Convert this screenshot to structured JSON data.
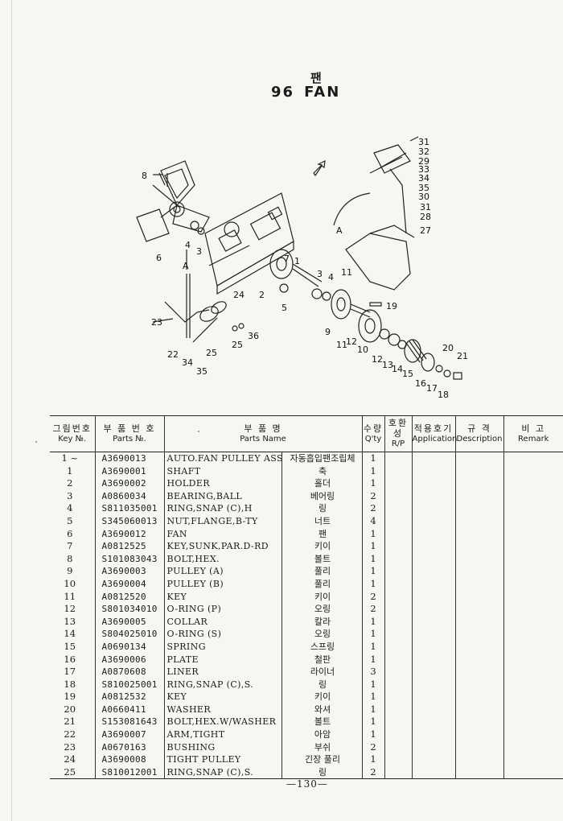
{
  "title_kr": "팬",
  "title_no": "96",
  "title_en": "FAN",
  "headers": {
    "key_kr": "그림번호",
    "key_en": "Key №.",
    "part_kr": "부 품 번 호",
    "part_en": "Parts №.",
    "name_kr": "부      품      명",
    "name_en": "Parts      Name",
    "qty_kr": "수량",
    "qty_en": "Q'ty",
    "rp_kr": "호환성",
    "rp_en": "R/P",
    "app_kr": "적용호기",
    "app_en": "Application",
    "desc_kr": "규  격",
    "desc_en": "Description",
    "remark_kr": "비      고",
    "remark_en": "Remark"
  },
  "rows": [
    {
      "key": "1 ~",
      "part": "A3690013",
      "name": "AUTO.FAN PULLEY ASSY",
      "name_kr": "자동흡입팬조립체",
      "qty": "1"
    },
    {
      "key": "1",
      "part": "A3690001",
      "name": "SHAFT",
      "name_kr": "축",
      "qty": "1"
    },
    {
      "key": "2",
      "part": "A3690002",
      "name": "HOLDER",
      "name_kr": "홀더",
      "qty": "1"
    },
    {
      "key": "3",
      "part": "A0860034",
      "name": "BEARING,BALL",
      "name_kr": "베어링",
      "qty": "2"
    },
    {
      "key": "4",
      "part": "S811035001",
      "name": "RING,SNAP (C),H",
      "name_kr": "링",
      "qty": "2"
    },
    {
      "key": "5",
      "part": "S345060013",
      "name": "NUT,FLANGE,B-TY",
      "name_kr": "너트",
      "qty": "4"
    },
    {
      "key": "6",
      "part": "A3690012",
      "name": "FAN",
      "name_kr": "팬",
      "qty": "1"
    },
    {
      "key": "7",
      "part": "A0812525",
      "name": "KEY,SUNK,PAR.D-RD",
      "name_kr": "키이",
      "qty": "1"
    },
    {
      "key": "8",
      "part": "S101083043",
      "name": "BOLT,HEX.",
      "name_kr": "볼트",
      "qty": "1"
    },
    {
      "key": "9",
      "part": "A3690003",
      "name": "PULLEY (A)",
      "name_kr": "풀리",
      "qty": "1"
    },
    {
      "key": "10",
      "part": "A3690004",
      "name": "PULLEY (B)",
      "name_kr": "풀리",
      "qty": "1"
    },
    {
      "key": "11",
      "part": "A0812520",
      "name": "KEY",
      "name_kr": "키이",
      "qty": "2"
    },
    {
      "key": "12",
      "part": "S801034010",
      "name": "O-RING (P)",
      "name_kr": "오링",
      "qty": "2"
    },
    {
      "key": "13",
      "part": "A3690005",
      "name": "COLLAR",
      "name_kr": "칼라",
      "qty": "1"
    },
    {
      "key": "14",
      "part": "S804025010",
      "name": "O-RING (S)",
      "name_kr": "오링",
      "qty": "1"
    },
    {
      "key": "15",
      "part": "A0690134",
      "name": "SPRING",
      "name_kr": "스프링",
      "qty": "1"
    },
    {
      "key": "16",
      "part": "A3690006",
      "name": "PLATE",
      "name_kr": "철판",
      "qty": "1"
    },
    {
      "key": "17",
      "part": "A0870608",
      "name": "LINER",
      "name_kr": "라이너",
      "qty": "3"
    },
    {
      "key": "18",
      "part": "S810025001",
      "name": "RING,SNAP (C),S.",
      "name_kr": "링",
      "qty": "1"
    },
    {
      "key": "19",
      "part": "A0812532",
      "name": "KEY",
      "name_kr": "키이",
      "qty": "1"
    },
    {
      "key": "20",
      "part": "A0660411",
      "name": "WASHER",
      "name_kr": "와셔",
      "qty": "1"
    },
    {
      "key": "21",
      "part": "S153081643",
      "name": "BOLT,HEX.W/WASHER",
      "name_kr": "볼트",
      "qty": "1"
    },
    {
      "key": "22",
      "part": "A3690007",
      "name": "ARM,TIGHT",
      "name_kr": "아암",
      "qty": "1"
    },
    {
      "key": "23",
      "part": "A0670163",
      "name": "BUSHING",
      "name_kr": "부쉬",
      "qty": "2"
    },
    {
      "key": "24",
      "part": "A3690008",
      "name": "TIGHT PULLEY",
      "name_kr": "긴장 풀리",
      "qty": "1"
    },
    {
      "key": "25",
      "part": "S810012001",
      "name": "RING,SNAP (C),S.",
      "name_kr": "링",
      "qty": "2"
    }
  ],
  "diagram_labels": [
    "8",
    "6",
    "4",
    "3",
    "7",
    "1",
    "2",
    "5",
    "3",
    "4",
    "11",
    "9",
    "12",
    "10",
    "11",
    "12",
    "13",
    "14",
    "15",
    "16",
    "17",
    "18",
    "19",
    "20",
    "21",
    "22",
    "23",
    "24",
    "25",
    "25",
    "34",
    "35",
    "36",
    "31",
    "32",
    "29",
    "33",
    "34",
    "35",
    "30",
    "31",
    "28",
    "27",
    "A",
    "A"
  ],
  "page_number": "—130—"
}
